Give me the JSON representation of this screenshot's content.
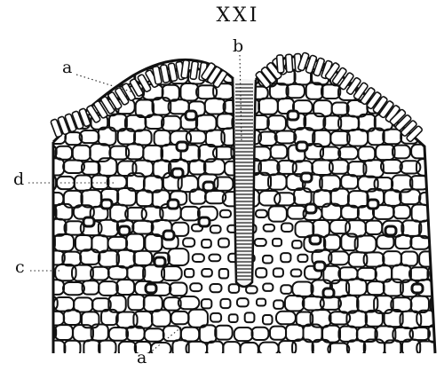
{
  "figure": {
    "title": "XXI",
    "labels": {
      "a_top": "a",
      "b": "b",
      "d": "d",
      "c": "c",
      "a_bottom": "a"
    },
    "colors": {
      "ink": "#111111",
      "paper": "#ffffff"
    }
  }
}
